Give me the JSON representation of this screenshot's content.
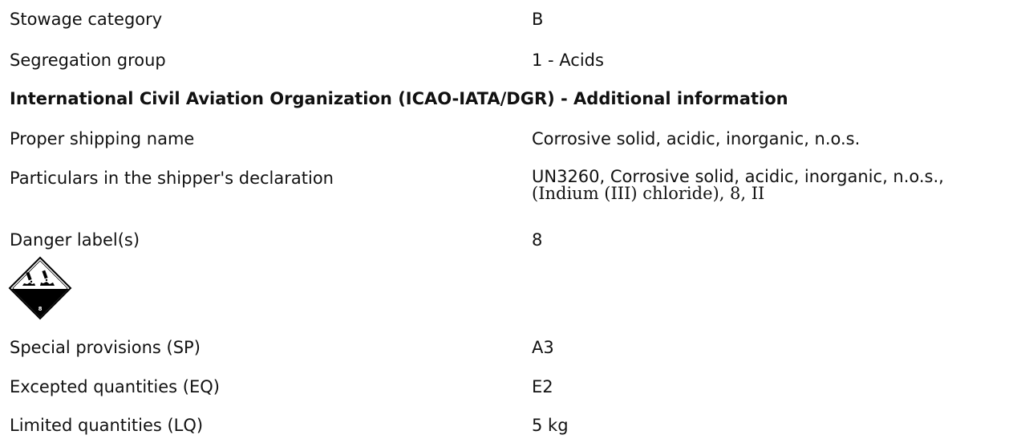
{
  "rows_top": [
    {
      "label": "Stowage category",
      "value": "B"
    },
    {
      "label": "Segregation group",
      "value": "1 - Acids"
    }
  ],
  "icao": {
    "heading": "International Civil Aviation Organization (ICAO-IATA/DGR) - Additional information",
    "proper_shipping_name": {
      "label": "Proper shipping name",
      "value": "Corrosive solid, acidic, inorganic, n.o.s."
    },
    "particulars": {
      "label": "Particulars in the shipper's declaration",
      "value_line1": "UN3260, Corrosive solid, acidic, inorganic, n.o.s.,",
      "value_line2": "(Indium (III) chloride), 8, II"
    },
    "danger_labels": {
      "label": "Danger label(s)",
      "value": "8"
    },
    "pictogram": {
      "icon": "corrosive-class-8-icon",
      "class_number": "8"
    },
    "special_provisions": {
      "label": "Special provisions (SP)",
      "value": "A3"
    },
    "excepted_quantities": {
      "label": "Excepted quantities (EQ)",
      "value": "E2"
    },
    "limited_quantities": {
      "label": "Limited quantities (LQ)",
      "value": "5 kg"
    }
  }
}
